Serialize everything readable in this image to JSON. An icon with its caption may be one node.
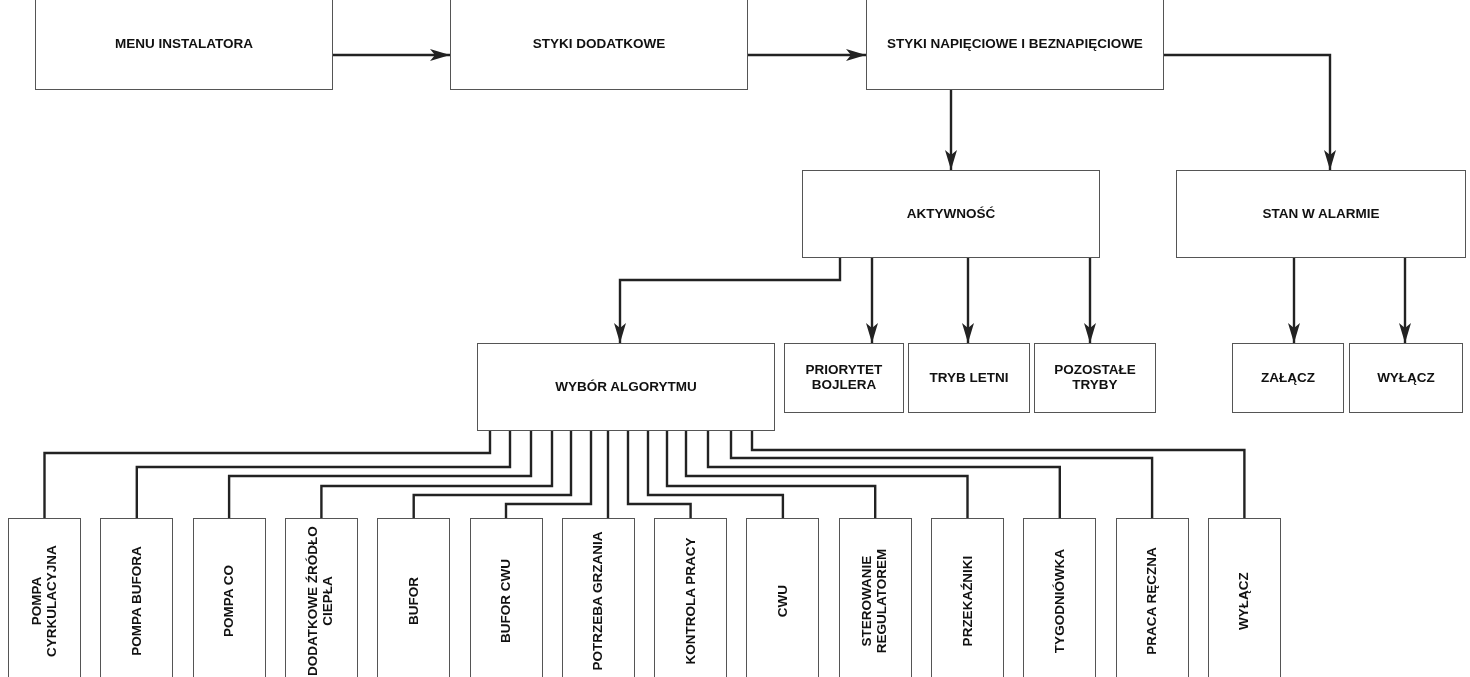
{
  "diagram": {
    "nodes": [
      {
        "text": [
          "MENU INSTALATORA"
        ]
      },
      {
        "text": [
          "STYKI DODATKOWE"
        ]
      },
      {
        "text": [
          "STYKI NAPIĘCIOWE I BEZNAPIĘCIOWE"
        ]
      },
      {
        "text": [
          "AKTYWNOŚĆ"
        ]
      },
      {
        "text": [
          "STAN W ALARMIE"
        ]
      },
      {
        "text": [
          "WYBÓR ALGORYTMU"
        ]
      },
      {
        "text": [
          "PRIORYTET BOJLERA"
        ]
      },
      {
        "text": [
          "TRYB LETNI"
        ]
      },
      {
        "text": [
          "POZOSTAŁE TRYBY"
        ]
      },
      {
        "text": [
          "ZAŁĄCZ"
        ]
      },
      {
        "text": [
          "WYŁĄCZ"
        ]
      },
      {
        "text": [
          "POMPA CYRKULACYJNA"
        ]
      },
      {
        "text": [
          "POMPA BUFORA"
        ]
      },
      {
        "text": [
          "POMPA CO"
        ]
      },
      {
        "text": [
          "DODATKOWE ŹRÓDŁO CIEPŁA"
        ]
      },
      {
        "text": [
          "BUFOR"
        ]
      },
      {
        "text": [
          "BUFOR CWU"
        ]
      },
      {
        "text": [
          "POTRZEBA GRZANIA"
        ]
      },
      {
        "text": [
          "KONTROLA PRACY"
        ]
      },
      {
        "text": [
          "CWU"
        ]
      },
      {
        "text": [
          "STEROWANIE REGULATOREM"
        ]
      },
      {
        "text": [
          "PRZEKAŹNIKI"
        ]
      },
      {
        "text": [
          "TYGODNIÓWKA"
        ]
      },
      {
        "text": [
          "PRACA RĘCZNA"
        ]
      },
      {
        "text": [
          "WYŁĄCZ"
        ]
      }
    ],
    "edges": [
      {
        "from": 0,
        "to": 1,
        "arrow": "to"
      },
      {
        "from": 1,
        "to": 2,
        "arrow": "to"
      },
      {
        "from": 2,
        "to": 3,
        "arrow": "to"
      },
      {
        "from": 2,
        "to": 4,
        "arrow": "to"
      },
      {
        "from": 3,
        "to": 5,
        "arrow": "to"
      },
      {
        "from": 3,
        "to": 6,
        "arrow": "to"
      },
      {
        "from": 3,
        "to": 7,
        "arrow": "to"
      },
      {
        "from": 3,
        "to": 8,
        "arrow": "to"
      },
      {
        "from": 4,
        "to": 9,
        "arrow": "to"
      },
      {
        "from": 4,
        "to": 10,
        "arrow": "to"
      },
      {
        "from": 5,
        "to": 11,
        "arrow": "none"
      },
      {
        "from": 5,
        "to": 12,
        "arrow": "none"
      },
      {
        "from": 5,
        "to": 13,
        "arrow": "none"
      },
      {
        "from": 5,
        "to": 14,
        "arrow": "none"
      },
      {
        "from": 5,
        "to": 15,
        "arrow": "none"
      },
      {
        "from": 5,
        "to": 16,
        "arrow": "none"
      },
      {
        "from": 5,
        "to": 17,
        "arrow": "none"
      },
      {
        "from": 5,
        "to": 18,
        "arrow": "none"
      },
      {
        "from": 5,
        "to": 19,
        "arrow": "none"
      },
      {
        "from": 5,
        "to": 20,
        "arrow": "none"
      },
      {
        "from": 5,
        "to": 21,
        "arrow": "none"
      },
      {
        "from": 5,
        "to": 22,
        "arrow": "none"
      },
      {
        "from": 5,
        "to": 23,
        "arrow": "none"
      },
      {
        "from": 5,
        "to": 24,
        "arrow": "none"
      }
    ]
  }
}
